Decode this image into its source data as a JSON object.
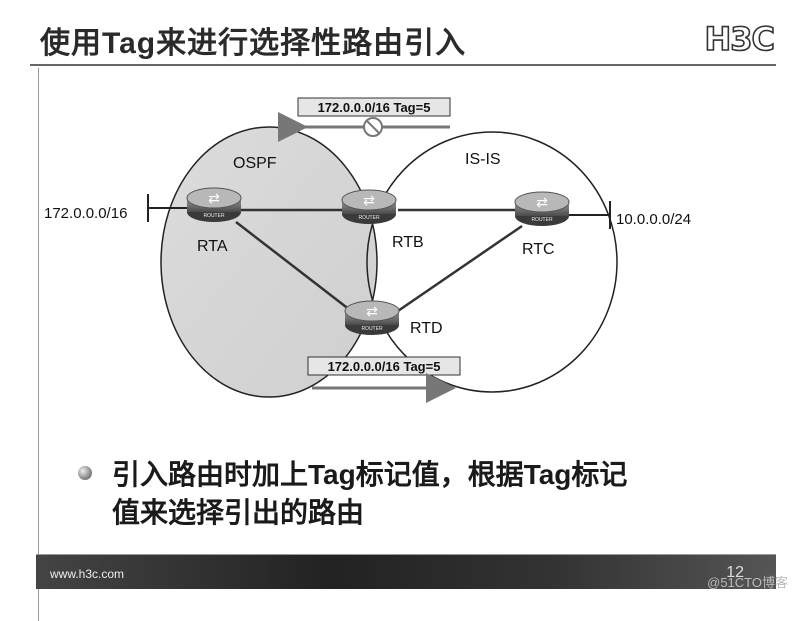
{
  "slide": {
    "title": "使用Tag来进行选择性路由引入",
    "logo": "H3C"
  },
  "diagram": {
    "areas": [
      {
        "id": "ospf",
        "label": "OSPF"
      },
      {
        "id": "isis",
        "label": "IS-IS"
      }
    ],
    "routers": [
      {
        "id": "rta",
        "label": "RTA",
        "icon_text": "ROUTER"
      },
      {
        "id": "rtb",
        "label": "RTB",
        "icon_text": "ROUTER"
      },
      {
        "id": "rtc",
        "label": "RTC",
        "icon_text": "ROUTER"
      },
      {
        "id": "rtd",
        "label": "RTD",
        "icon_text": "ROUTER"
      }
    ],
    "networks": [
      {
        "id": "left_net",
        "label": "172.0.0.0/16"
      },
      {
        "id": "right_net",
        "label": "10.0.0.0/24"
      }
    ],
    "route_tags": [
      {
        "id": "top_tag",
        "text": "172.0.0.0/16  Tag=5",
        "blocked": true
      },
      {
        "id": "bottom_tag",
        "text": "172.0.0.0/16  Tag=5",
        "blocked": false
      }
    ]
  },
  "bullet": {
    "text_line1": "引入路由时加上Tag标记值，根据Tag标记",
    "text_line2": "值来选择引出的路由"
  },
  "footer": {
    "url": "www.h3c.com",
    "page": "12",
    "watermark": "@51CTO博客"
  }
}
